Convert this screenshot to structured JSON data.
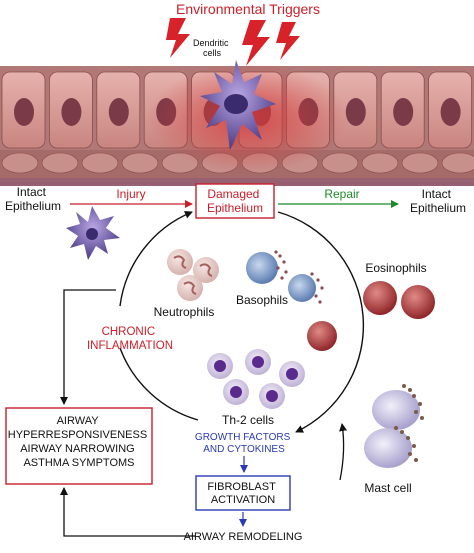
{
  "header": {
    "title": "Environmental Triggers",
    "dendritic_label_1": "Dendritic",
    "dendritic_label_2": "cells"
  },
  "flow": {
    "left_state_1": "Intact",
    "left_state_2": "Epithelium",
    "injury": "Injury",
    "damaged_1": "Damaged",
    "damaged_2": "Epithelium",
    "repair": "Repair",
    "right_state_1": "Intact",
    "right_state_2": "Epithelium"
  },
  "cells": {
    "neutrophils": "Neutrophils",
    "basophils": "Basophils",
    "eosinophils": "Eosinophils",
    "th2": "Th-2 cells",
    "mast": "Mast cell"
  },
  "labels": {
    "chronic_1": "CHRONIC",
    "chronic_2": "INFLAMMATION",
    "growth_1": "GROWTH FACTORS",
    "growth_2": "AND CYTOKINES",
    "fibro_1": "FIBROBLAST",
    "fibro_2": "ACTIVATION",
    "airway_1": "AIRWAY",
    "airway_2": "HYPERRESPONSIVENESS",
    "airway_3": "AIRWAY NARROWING",
    "airway_4": "ASTHMA SYMPTOMS",
    "remodel": "AIRWAY REMODELING"
  },
  "colors": {
    "red": "#c8202a",
    "green": "#1f8a2a",
    "blue": "#2a3ab8",
    "black": "#111111"
  }
}
